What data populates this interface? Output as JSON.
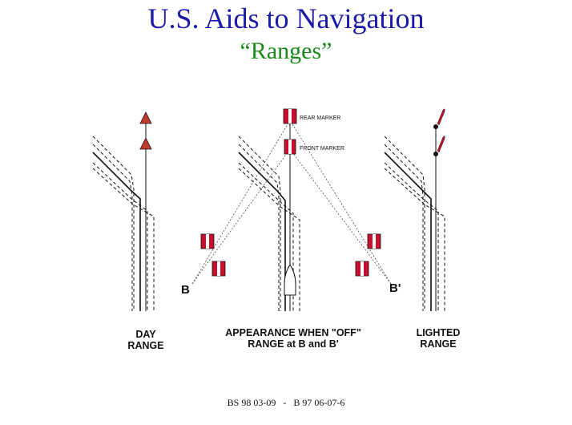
{
  "slide": {
    "title": "U.S. Aids to Navigation",
    "subtitle": "“Ranges”",
    "footer": "BS 98 03-09   -   B 97 06-07-6"
  },
  "diagram": {
    "panels": [
      {
        "id": "day",
        "caption_line1": "DAY",
        "caption_line2": "RANGE"
      },
      {
        "id": "off",
        "caption_line1": "APPEARANCE WHEN \"OFF\"",
        "caption_line2": "RANGE at B and B'"
      },
      {
        "id": "lighted",
        "caption_line1": "LIGHTED",
        "caption_line2": "RANGE"
      }
    ],
    "labels": {
      "rear_marker": "REAR MARKER",
      "front_marker": "FRONT MARKER",
      "point_b": "B",
      "point_b_prime": "B'"
    },
    "colors": {
      "title": "#1a1aa8",
      "subtitle": "#1a8a1a",
      "daymark_red": "#c8102e",
      "triangle_red": "#c0392b",
      "line": "#111111"
    }
  }
}
